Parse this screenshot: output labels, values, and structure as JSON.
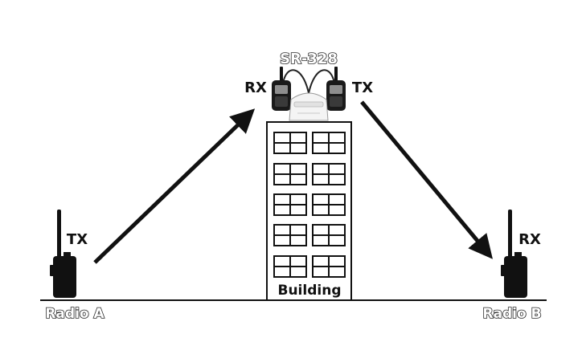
{
  "labels": {
    "repeater_model": "SR-328",
    "repeater_rx": "RX",
    "repeater_tx": "TX",
    "building": "Building",
    "radio_a_name": "Radio A",
    "radio_a_mode": "TX",
    "radio_b_name": "Radio B",
    "radio_b_mode": "RX"
  },
  "icons": {
    "radio_a": "handheld-radio-icon",
    "radio_b": "handheld-radio-icon",
    "repeater_left_radio": "walkie-talkie-icon",
    "repeater_right_radio": "walkie-talkie-icon",
    "repeater_box": "repeater-controller-icon"
  },
  "colors": {
    "ink": "#111111",
    "background": "#ffffff"
  }
}
